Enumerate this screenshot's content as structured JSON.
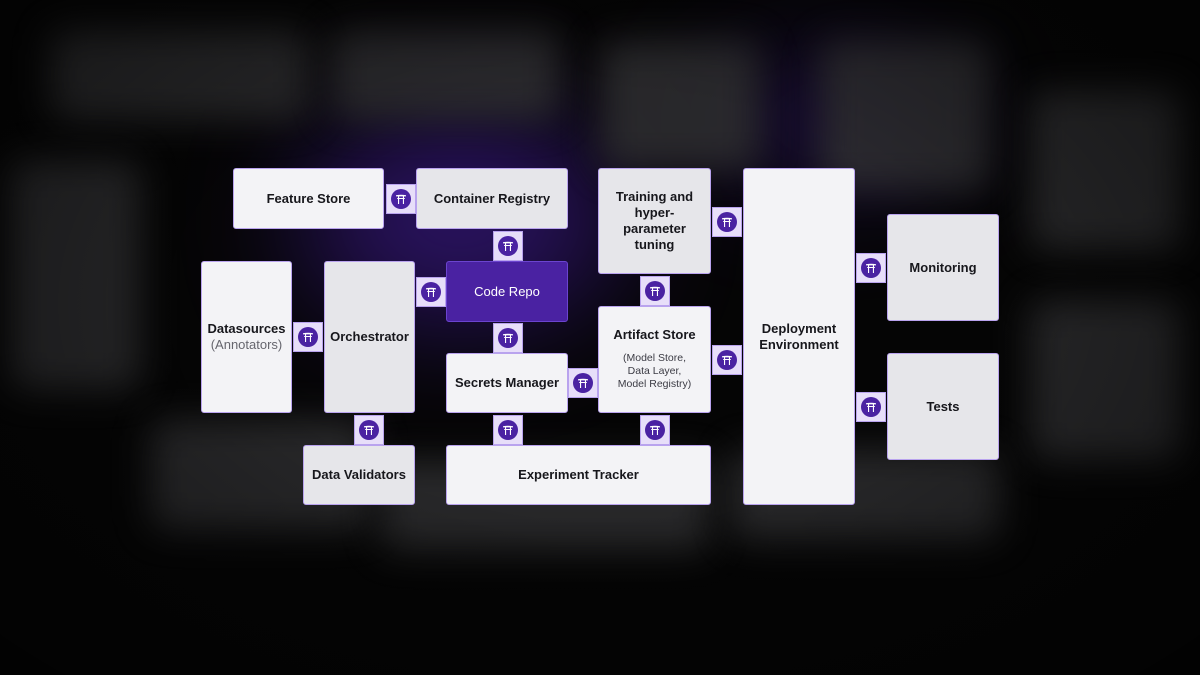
{
  "colors": {
    "primary": "#4a22a2",
    "box_light": "#f3f3f6",
    "box_grey": "#e6e6ea",
    "border": "#b9a3ee",
    "connector": "#e7def9",
    "background": "#050505"
  },
  "diagram": {
    "nodes": [
      {
        "id": "feature-store",
        "label": "Feature Store"
      },
      {
        "id": "container-registry",
        "label": "Container Registry"
      },
      {
        "id": "training",
        "label": "Training and hyper-parameter tuning"
      },
      {
        "id": "deployment",
        "label": "Deployment Environment"
      },
      {
        "id": "monitoring",
        "label": "Monitoring"
      },
      {
        "id": "datasources",
        "label": "Datasources",
        "sublabel": "(Annotators)"
      },
      {
        "id": "orchestrator",
        "label": "Orchestrator"
      },
      {
        "id": "code-repo",
        "label": "Code Repo"
      },
      {
        "id": "artifact-store",
        "label": "Artifact Store",
        "sublabel": "(Model Store, Data Layer, Model Registry)"
      },
      {
        "id": "secrets-manager",
        "label": "Secrets Manager"
      },
      {
        "id": "tests",
        "label": "Tests"
      },
      {
        "id": "data-validators",
        "label": "Data Validators"
      },
      {
        "id": "experiment-tracker",
        "label": "Experiment Tracker"
      }
    ],
    "connector_icon": "torii-gate-icon",
    "connections": [
      [
        "feature-store",
        "container-registry"
      ],
      [
        "container-registry",
        "code-repo"
      ],
      [
        "orchestrator",
        "code-repo"
      ],
      [
        "datasources",
        "orchestrator"
      ],
      [
        "orchestrator",
        "data-validators"
      ],
      [
        "code-repo",
        "secrets-manager"
      ],
      [
        "secrets-manager",
        "artifact-store"
      ],
      [
        "secrets-manager",
        "experiment-tracker"
      ],
      [
        "artifact-store",
        "experiment-tracker"
      ],
      [
        "training",
        "artifact-store"
      ],
      [
        "training",
        "deployment"
      ],
      [
        "artifact-store",
        "deployment"
      ],
      [
        "deployment",
        "monitoring"
      ],
      [
        "deployment",
        "tests"
      ]
    ]
  }
}
